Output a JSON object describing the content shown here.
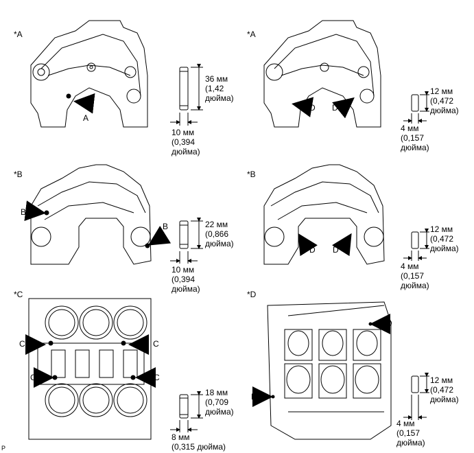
{
  "panels": [
    {
      "tag": "*A",
      "callouts": [
        "A"
      ],
      "dim_len": "36 мм\n(1,42\nдюйма)",
      "dim_dia": "10 мм\n(0,394\nдюйма)"
    },
    {
      "tag": "*A",
      "callouts": [
        "D",
        "D"
      ],
      "dim_len": "12 мм\n(0,472\nдюйма)",
      "dim_dia": "4 мм\n(0,157\nдюйма)"
    },
    {
      "tag": "*B",
      "callouts": [
        "B",
        "B"
      ],
      "dim_len": "22 мм\n(0,866\nдюйма)",
      "dim_dia": "10 мм\n(0,394\nдюйма)"
    },
    {
      "tag": "*B",
      "callouts": [
        "D",
        "D"
      ],
      "dim_len": "12 мм\n(0,472\nдюйма)",
      "dim_dia": "4 мм\n(0,157\nдюйма)"
    },
    {
      "tag": "*C",
      "callouts": [
        "C",
        "C",
        "C",
        "C"
      ],
      "dim_len": "18 мм\n(0,709\nдюйма)",
      "dim_dia": "8 мм\n(0,315 дюйма)"
    },
    {
      "tag": "*D",
      "callouts": [
        "D",
        "D"
      ],
      "dim_len": "12 мм\n(0,472\nдюйма)",
      "dim_dia": "4 мм\n(0,157\nдюйма)"
    }
  ],
  "footer_code": "P"
}
